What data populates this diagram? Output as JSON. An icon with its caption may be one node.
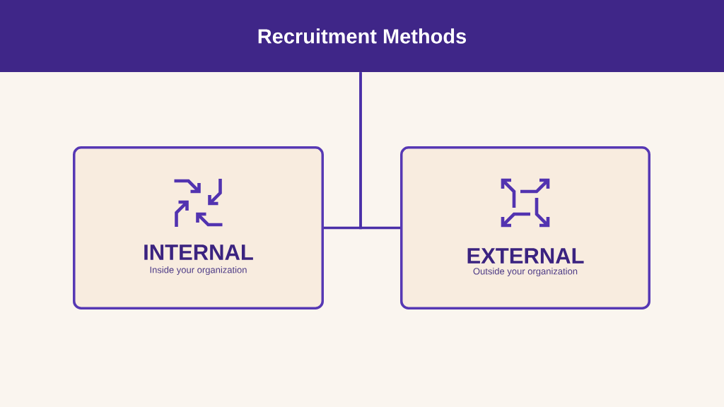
{
  "diagram": {
    "nodes": [
      {
        "text": [
          "Recruitment Methods"
        ]
      },
      {
        "text": [
          "INTERNAL",
          "Inside your organization"
        ]
      },
      {
        "text": [
          "EXTERNAL",
          "Outside your organization"
        ]
      }
    ],
    "edges": [
      {
        "from": 0,
        "to": 1,
        "arrow": "none"
      },
      {
        "from": 0,
        "to": 2,
        "arrow": "none"
      }
    ]
  }
}
